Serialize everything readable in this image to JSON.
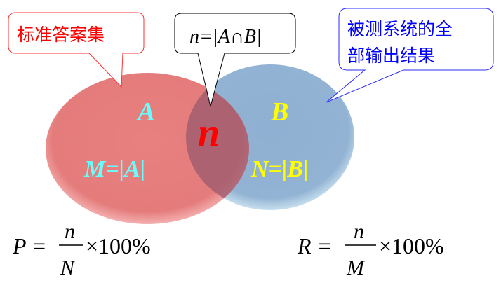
{
  "callouts": {
    "gold": "标准答案集",
    "intersection": "n=|A∩B|",
    "system_line1": "被测系统的全",
    "system_line2": "部输出结果"
  },
  "sets": {
    "a_label": "A",
    "b_label": "B",
    "n_label": "n",
    "m_def": "M=|A|",
    "n_def": "N=|B|"
  },
  "formulas": {
    "precision_lhs": "P =",
    "precision_num": "n",
    "precision_den": "N",
    "precision_rhs": "×100%",
    "recall_lhs": "R =",
    "recall_num": "n",
    "recall_den": "M",
    "recall_rhs": "×100%"
  },
  "colors": {
    "set_a": "#e57373",
    "set_b": "#8fb0d0",
    "gold_text": "#ff0000",
    "system_text": "#0000ff",
    "cyan_text": "#66ffff",
    "yellow_text": "#ffff00"
  }
}
